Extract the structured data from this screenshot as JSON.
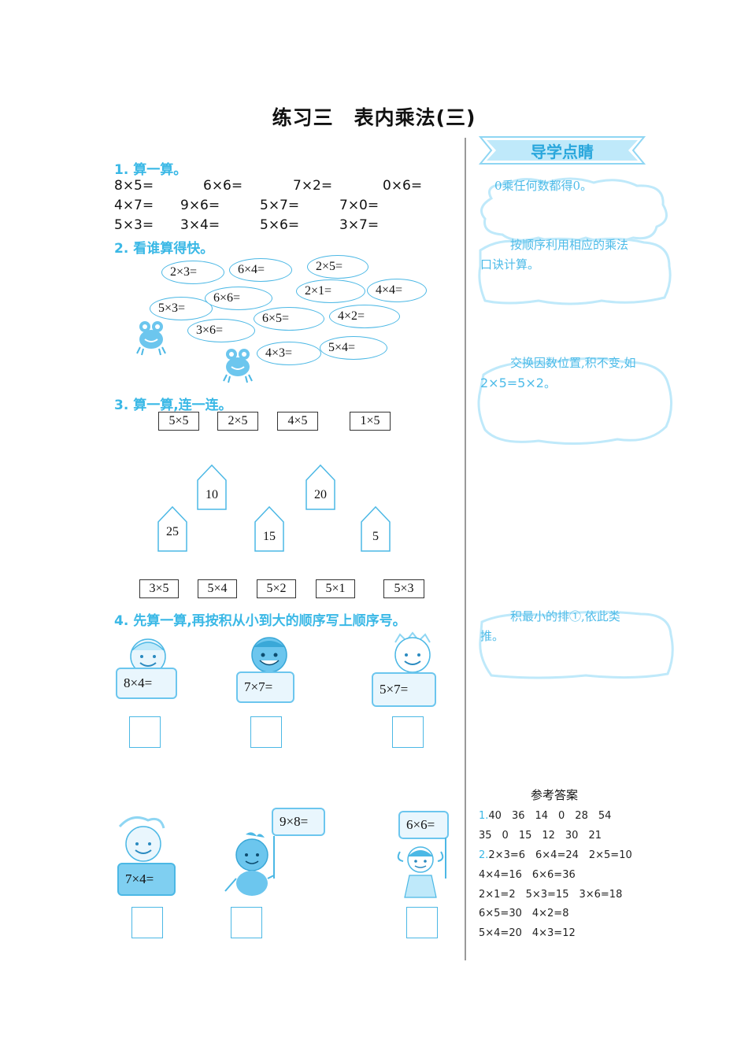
{
  "title": "练习三　表内乘法(三)",
  "sidebar_header": "导学点睛",
  "q1": {
    "heading": "1. 算一算。",
    "rows": [
      [
        "8×5=",
        "6×6=",
        "7×2=",
        "0×6="
      ],
      [
        "4×7=",
        "9×6=",
        "5×7=",
        "7×0="
      ],
      [
        "5×3=",
        "3×4=",
        "5×6=",
        "3×7="
      ]
    ]
  },
  "q2": {
    "heading": "2. 看谁算得快。",
    "ovals": [
      "2×3=",
      "6×4=",
      "2×5=",
      "2×1=",
      "4×4=",
      "5×3=",
      "6×6=",
      "6×5=",
      "4×2=",
      "3×6=",
      "4×3=",
      "5×4="
    ]
  },
  "q3": {
    "heading": "3. 算一算,连一连。",
    "top": [
      "5×5",
      "2×5",
      "4×5",
      "1×5"
    ],
    "houses": [
      "10",
      "20",
      "25",
      "15",
      "5"
    ],
    "bottom": [
      "3×5",
      "5×4",
      "5×2",
      "5×1",
      "5×3"
    ]
  },
  "q4": {
    "heading": "4. 先算一算,再按积从小到大的顺序写上顺序号。",
    "signs": [
      "8×4=",
      "7×7=",
      "5×7=",
      "7×4=",
      "9×8=",
      "6×6="
    ]
  },
  "tips": {
    "t1": "0乘任何数都得0。",
    "t2": "按顺序利用相应的乘法口诀计算。",
    "t3a": "交换因数位置,积不",
    "t3b": "变,如",
    "t3c": "2×5=5×2",
    "t3d": "。",
    "t4": "积最小的排①,依此类推。"
  },
  "answers": {
    "heading": "参考答案",
    "a1_num": "1.",
    "a1_l1": "40　36　14　0　28　54",
    "a1_l2": "35　0　15　12　30　21",
    "a2_num": "2.",
    "a2_l1": "2×3=6　6×4=24　2×5=10",
    "a2_l2": "4×4=16　6×6=36",
    "a2_l3": "2×1=2　5×3=15　3×6=18",
    "a2_l4": "6×5=30　4×2=8",
    "a2_l5": "5×4=20　4×3=12"
  },
  "colors": {
    "accent": "#3ab8e6",
    "light": "#e9f6fd"
  }
}
